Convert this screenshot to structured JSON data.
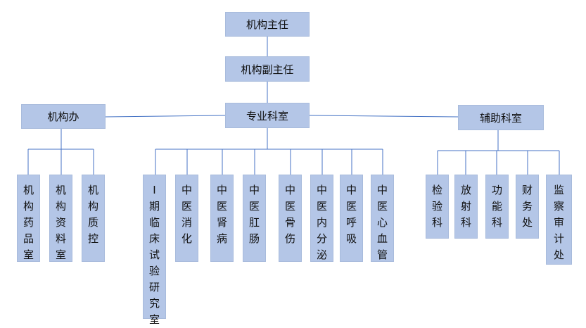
{
  "colors": {
    "box_fill": "#b4c6e7",
    "line": "#4472c4"
  },
  "chart": {
    "director": "机构主任",
    "deputy": "机构副主任",
    "office": "机构办",
    "professional": "专业科室",
    "auxiliary": "辅助科室",
    "office_children": [
      "机构药品室",
      "机构资料室",
      "机构质控"
    ],
    "professional_children": [
      "I期临床试验研究室",
      "中医消化",
      "中医肾病",
      "中医肛肠",
      "中医骨伤",
      "中医内分泌",
      "中医呼吸",
      "中医心血管"
    ],
    "auxiliary_children": [
      "检验科",
      "放射科",
      "功能科",
      "财务处",
      "监察审计处"
    ]
  }
}
